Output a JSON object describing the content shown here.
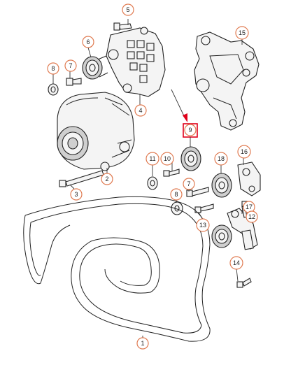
{
  "colors": {
    "callout_ring": "#e07a50",
    "highlight": "#e0001a",
    "line": "#222222"
  },
  "callouts": [
    {
      "id": "c5",
      "label": "5"
    },
    {
      "id": "c6",
      "label": "6"
    },
    {
      "id": "c8",
      "label": "8"
    },
    {
      "id": "c7a",
      "label": "7"
    },
    {
      "id": "c15",
      "label": "15"
    },
    {
      "id": "c4",
      "label": "4"
    },
    {
      "id": "c9",
      "label": "9"
    },
    {
      "id": "c11",
      "label": "11"
    },
    {
      "id": "c10",
      "label": "10"
    },
    {
      "id": "c18",
      "label": "18"
    },
    {
      "id": "c16",
      "label": "16"
    },
    {
      "id": "c2",
      "label": "2"
    },
    {
      "id": "c3",
      "label": "3"
    },
    {
      "id": "c7b",
      "label": "7"
    },
    {
      "id": "c8b",
      "label": "8"
    },
    {
      "id": "c17",
      "label": "17"
    },
    {
      "id": "c12",
      "label": "12"
    },
    {
      "id": "c13",
      "label": "13"
    },
    {
      "id": "c14",
      "label": "14"
    },
    {
      "id": "c1",
      "label": "1"
    }
  ],
  "highlighted_callout": "c9"
}
